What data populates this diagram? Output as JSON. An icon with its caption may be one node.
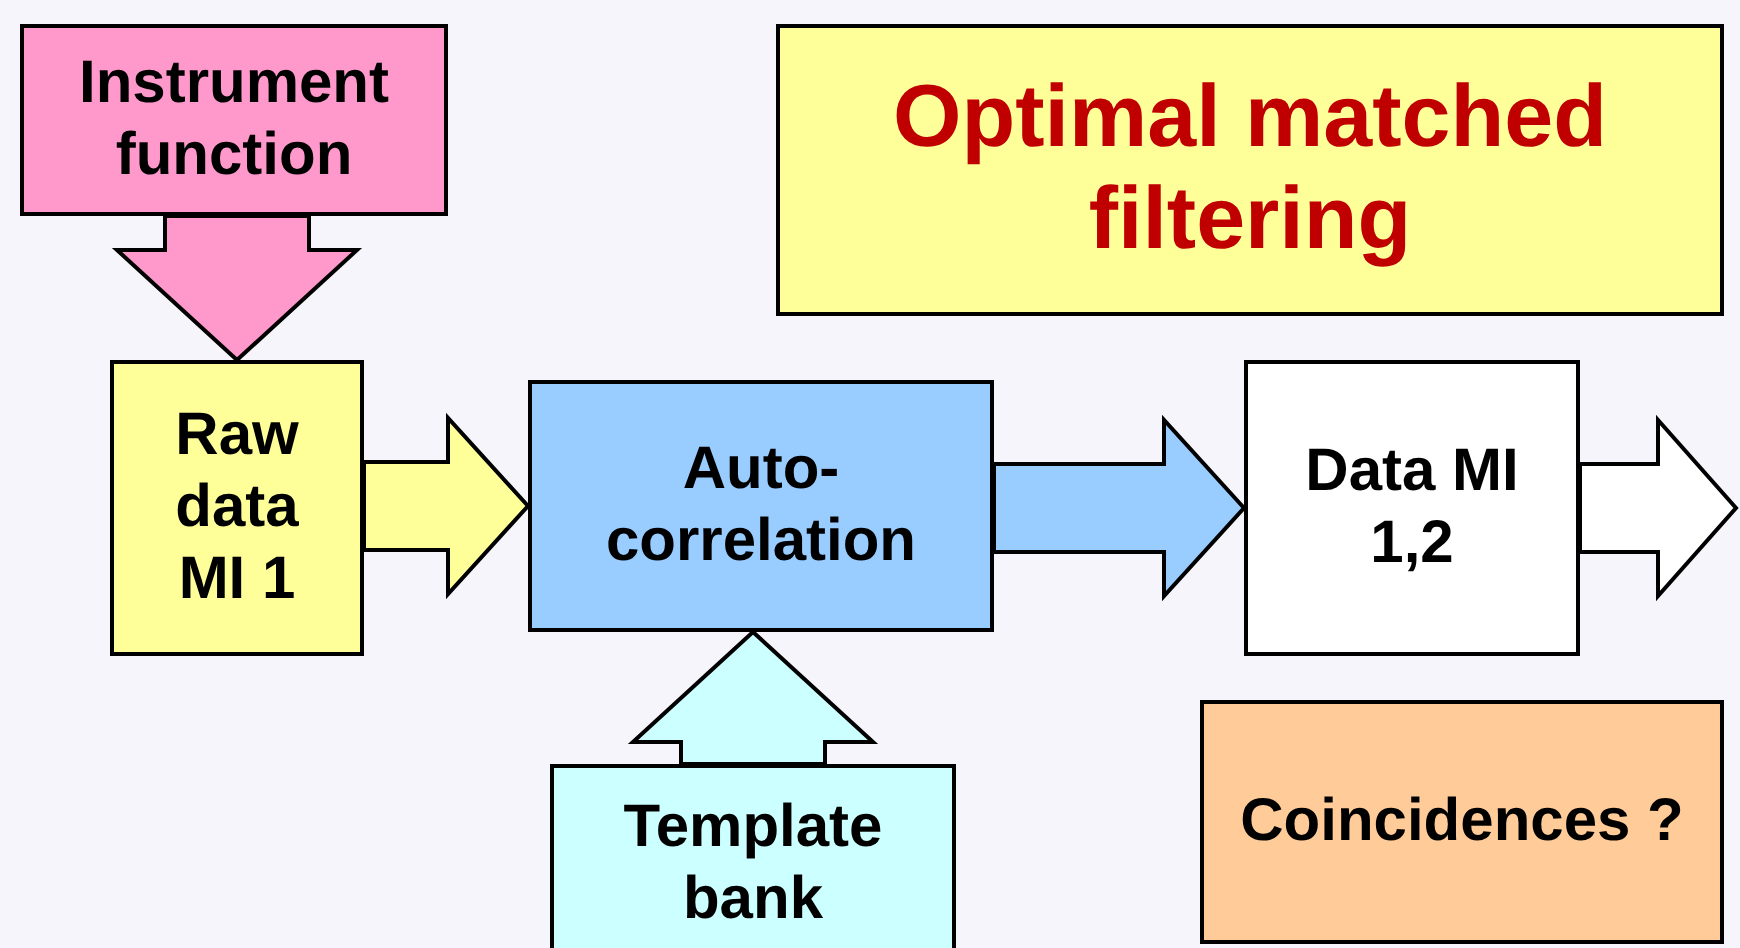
{
  "diagram": {
    "title": "Optimal matched filtering",
    "nodes": [
      {
        "text": [
          "Instrument function"
        ]
      },
      {
        "text": [
          "Raw data MI 1"
        ]
      },
      {
        "text": [
          "Auto- correlation"
        ]
      },
      {
        "text": [
          "Data MI 1,2"
        ]
      },
      {
        "text": [
          "Template bank"
        ]
      },
      {
        "text": [
          "Coincidences ?"
        ]
      }
    ],
    "edges": [
      {
        "from": 0,
        "to": 1,
        "arrow": "to",
        "color": "#ff99cc"
      },
      {
        "from": 1,
        "to": 2,
        "arrow": "to",
        "color": "#ffff99"
      },
      {
        "from": 2,
        "to": 3,
        "arrow": "to",
        "color": "#99ccff"
      },
      {
        "from": 3,
        "to": null,
        "arrow": "to",
        "color": "#ffffff"
      },
      {
        "from": 4,
        "to": 2,
        "arrow": "to",
        "color": "#ccffff"
      }
    ]
  }
}
